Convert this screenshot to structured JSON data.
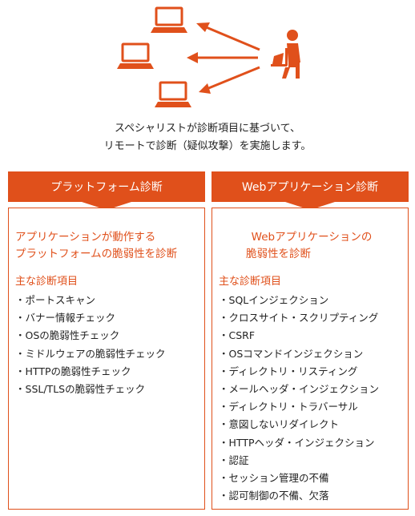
{
  "colors": {
    "accent": "#e0501b",
    "text": "#222222",
    "background": "#ffffff"
  },
  "illustration": {
    "icons": [
      "laptop-icon",
      "laptop-icon",
      "laptop-icon",
      "person-at-laptop-icon",
      "arrow-icon"
    ]
  },
  "intro": {
    "line1": "スペシャリストが診断項目に基づいて、",
    "line2": "リモートで診断（疑似攻撃）を実施します。"
  },
  "platform": {
    "header": "プラットフォーム診断",
    "lead_lines": [
      "アプリケーションが動作する",
      "プラットフォームの脆弱性を診断"
    ],
    "items_title": "主な診断項目",
    "items": [
      "ポートスキャン",
      "バナー情報チェック",
      "OSの脆弱性チェック",
      "ミドルウェアの脆弱性チェック",
      "HTTPの脆弱性チェック",
      "SSL/TLSの脆弱性チェック"
    ]
  },
  "webapp": {
    "header": "Webアプリケーション診断",
    "lead_lines": [
      "Webアプリケーションの",
      "脆弱性を診断"
    ],
    "items_title": "主な診断項目",
    "items": [
      "SQLインジェクション",
      "クロスサイト・スクリプティング",
      "CSRF",
      "OSコマンドインジェクション",
      "ディレクトリ・リスティング",
      "メールヘッダ・インジェクション",
      "ディレクトリ・トラバーサル",
      "意図しないリダイレクト",
      "HTTPヘッダ・インジェクション",
      "認証",
      "セッション管理の不備",
      "認可制御の不備、欠落"
    ]
  }
}
